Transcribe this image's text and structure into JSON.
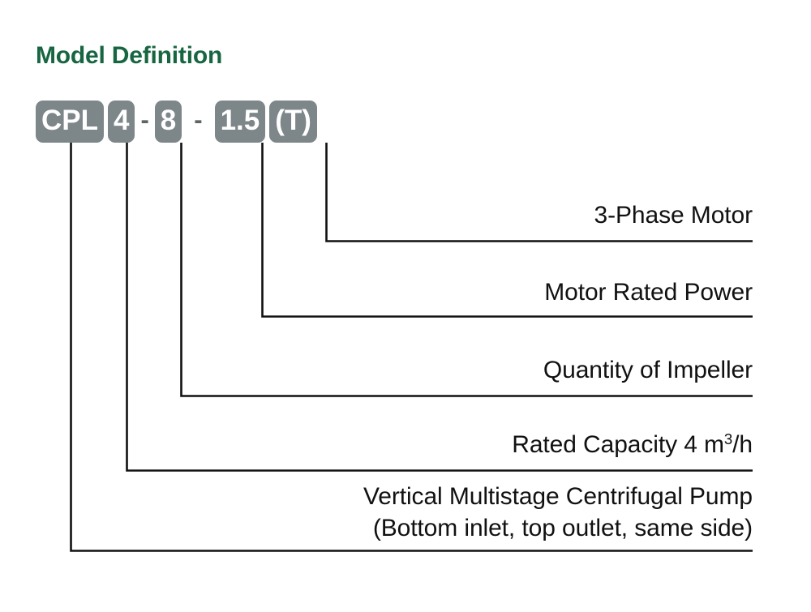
{
  "heading": "Model Definition",
  "colors": {
    "heading_green": "#176641",
    "badge_gray": "#7d8689",
    "badge_text": "#ffffff",
    "line_black": "#111111",
    "page_background": "#ffffff"
  },
  "model_code": {
    "parts": [
      {
        "type": "badge",
        "text": "CPL"
      },
      {
        "type": "badge",
        "text": "4"
      },
      {
        "type": "separator",
        "text": "-"
      },
      {
        "type": "badge",
        "text": "8"
      },
      {
        "type": "separator",
        "text": "-"
      },
      {
        "type": "badge",
        "text": "1.5"
      },
      {
        "type": "badge",
        "text": "(T)"
      }
    ],
    "badges": {
      "series": "CPL",
      "capacity": "4",
      "dash1": "-",
      "stages": "8",
      "dash2": "-",
      "power": "1.5",
      "phase": "(T)"
    }
  },
  "callouts": [
    {
      "id": "phase",
      "badge": "(T)",
      "line1": "3-Phase Motor",
      "line2": "",
      "has_superscript": false,
      "superscript_before": "",
      "superscript": "",
      "superscript_after": ""
    },
    {
      "id": "power",
      "badge": "1.5",
      "line1": "Motor Rated Power",
      "line2": "",
      "has_superscript": false,
      "superscript_before": "",
      "superscript": "",
      "superscript_after": ""
    },
    {
      "id": "impeller",
      "badge": "8",
      "line1": "Quantity of Impeller",
      "line2": "",
      "has_superscript": false,
      "superscript_before": "",
      "superscript": "",
      "superscript_after": ""
    },
    {
      "id": "capacity",
      "badge": "4",
      "line1": "",
      "line2": "",
      "has_superscript": true,
      "superscript_before": "Rated Capacity  4 m",
      "superscript": "3",
      "superscript_after": "/h"
    },
    {
      "id": "pump",
      "badge": "CPL",
      "line1": "Vertical Multistage Centrifugal Pump",
      "line2": "(Bottom inlet, top outlet, same side)",
      "has_superscript": false,
      "superscript_before": "",
      "superscript": "",
      "superscript_after": ""
    }
  ]
}
